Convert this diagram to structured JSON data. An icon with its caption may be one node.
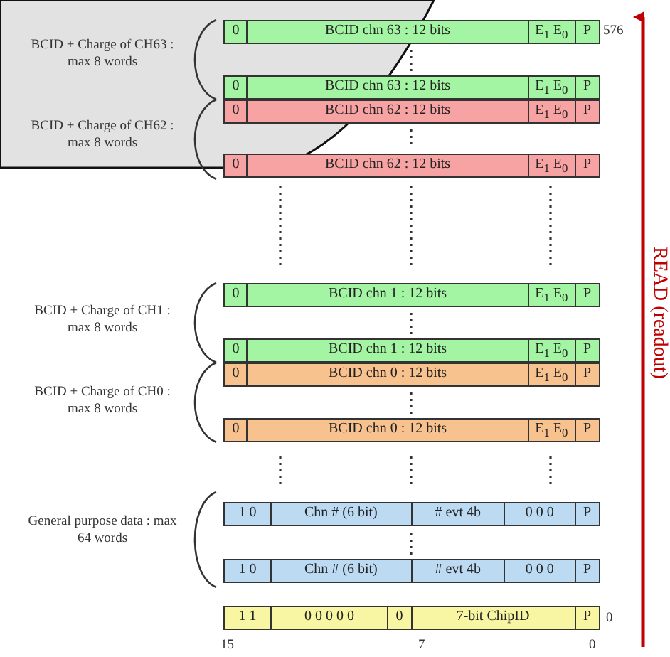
{
  "diagram": {
    "nodes": [
      {
        "text": [
          "0",
          "BCID chn 63 : 12 bits",
          "E$_{1}$ E$_{0}$",
          "P"
        ]
      },
      {
        "text": [
          "0",
          "BCID chn 63 : 12 bits",
          "E$_{1}$ E$_{0}$",
          "P"
        ]
      },
      {
        "text": [
          "0",
          "BCID chn 62 : 12 bits",
          "E$_{1}$ E$_{0}$",
          "P"
        ]
      },
      {
        "text": [
          "0",
          "BCID chn 62 : 12 bits",
          "E$_{1}$ E$_{0}$",
          "P"
        ]
      },
      {
        "text": [
          "0",
          "BCID chn 1 : 12 bits",
          "E$_{1}$ E$_{0}$",
          "P"
        ]
      },
      {
        "text": [
          "0",
          "BCID chn 1 : 12 bits",
          "E$_{1}$ E$_{0}$",
          "P"
        ]
      },
      {
        "text": [
          "0",
          "BCID chn 0 : 12 bits",
          "E$_{1}$ E$_{0}$",
          "P"
        ]
      },
      {
        "text": [
          "0",
          "BCID chn 0 : 12 bits",
          "E$_{1}$ E$_{0}$",
          "P"
        ]
      },
      {
        "text": [
          "1 0",
          "Chn # (6 bit)",
          "# evt 4b",
          "0 0 0",
          "P"
        ]
      },
      {
        "text": [
          "1 0",
          "Chn # (6 bit)",
          "# evt 4b",
          "0 0 0",
          "P"
        ]
      },
      {
        "text": [
          "1 1",
          "0 0 0 0 0",
          "0",
          "7-bit ChipID",
          "P"
        ]
      }
    ],
    "edges": [],
    "labels": [
      "BCID + Charge of CH63 : max 8 words",
      "576",
      "BCID + Charge of CH62 : max 8 words",
      "READ (readout)",
      "BCID + Charge of CH1 : max 8 words",
      "BCID + Charge of CH0 : max 8 words",
      "General purpose data : max 64 words",
      "0",
      "15",
      "7",
      "0"
    ]
  }
}
